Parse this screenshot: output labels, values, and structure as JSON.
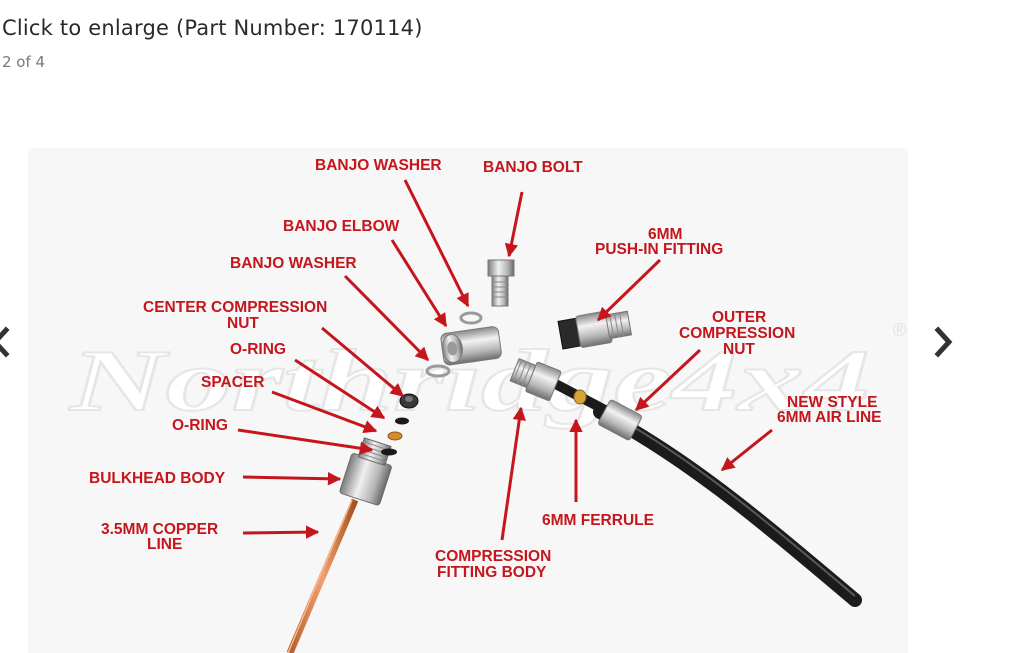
{
  "page": {
    "title": "Click to enlarge (Part Number: 170114)",
    "counter": "2 of 4"
  },
  "icons": {
    "prev": "chevron-left-icon",
    "next": "chevron-right-icon"
  },
  "diagram": {
    "watermark": "Northridge4x4",
    "watermark_mark": "®",
    "label_color": "#c4161c",
    "labels": {
      "banjo_washer_top": "BANJO WASHER",
      "banjo_bolt": "BANJO BOLT",
      "banjo_elbow": "BANJO ELBOW",
      "push_in_1": "6MM",
      "push_in_2": "PUSH-IN FITTING",
      "banjo_washer_2": "BANJO WASHER",
      "center_nut_1": "CENTER COMPRESSION",
      "center_nut_2": "NUT",
      "outer_nut_1": "OUTER",
      "outer_nut_2": "COMPRESSION",
      "outer_nut_3": "NUT",
      "oring_1": "O-RING",
      "spacer": "SPACER",
      "new_line_1": "NEW STYLE",
      "new_line_2": "6MM AIR LINE",
      "oring_2": "O-RING",
      "bulkhead": "BULKHEAD BODY",
      "copper_1": "3.5MM COPPER",
      "copper_2": "LINE",
      "ferrule": "6MM FERRULE",
      "comp_body_1": "COMPRESSION",
      "comp_body_2": "FITTING BODY"
    }
  }
}
